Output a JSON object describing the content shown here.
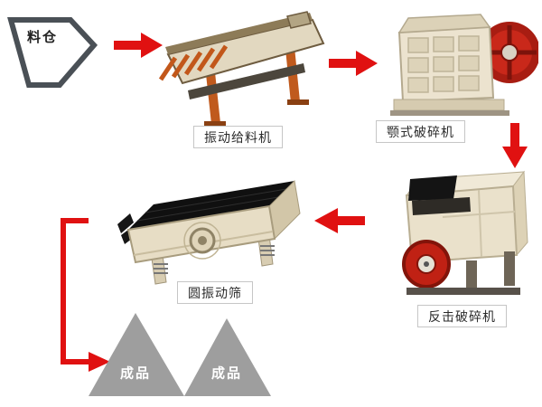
{
  "diagram": {
    "accent_arrow_color": "#e01111",
    "product_triangle_color": "#9e9e9e",
    "label_border_color": "#c6c6c6",
    "silo": {
      "label": "料仓"
    },
    "feeder": {
      "label": "振动给料机"
    },
    "jaw_crusher": {
      "label": "颚式破碎机"
    },
    "impact_crusher": {
      "label": "反击破碎机"
    },
    "vibrating_screen": {
      "label": "圆振动筛"
    },
    "products": [
      {
        "label": "成品"
      },
      {
        "label": "成品"
      }
    ]
  }
}
